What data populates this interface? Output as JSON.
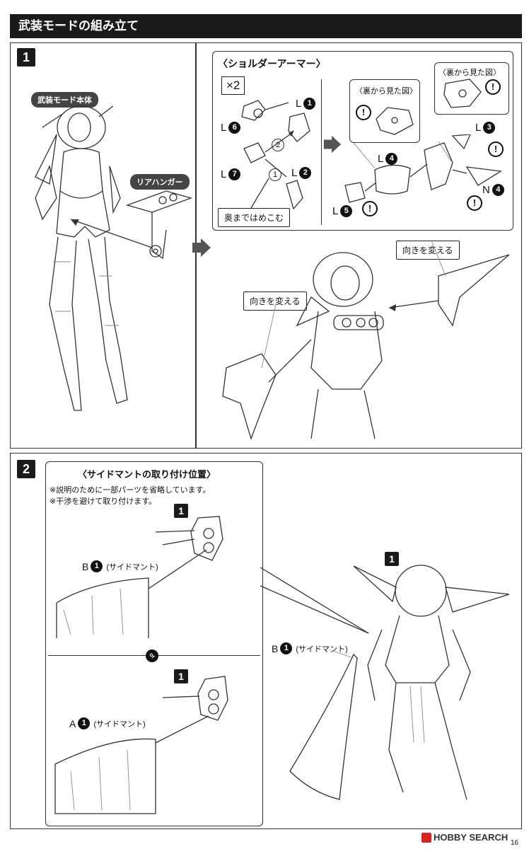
{
  "header": {
    "title": "武装モードの組み立て"
  },
  "step1": {
    "number": "1",
    "main_body_label": "武装モード本体",
    "rear_hanger_label": "リアハンガー",
    "shoulder": {
      "heading": "〈ショルダーアーマー〉",
      "multiplier": "×2",
      "back_view_1": "〈裏から見た図〉",
      "back_view_2": "〈裏から見た図〉",
      "press_label": "奥まではめこむ",
      "order_1": "1",
      "order_2": "2",
      "parts": [
        {
          "letter": "L",
          "num": "1"
        },
        {
          "letter": "L",
          "num": "6"
        },
        {
          "letter": "L",
          "num": "7"
        },
        {
          "letter": "L",
          "num": "2"
        },
        {
          "letter": "L",
          "num": "4"
        },
        {
          "letter": "L",
          "num": "5"
        },
        {
          "letter": "L",
          "num": "3"
        },
        {
          "letter": "N",
          "num": "4"
        }
      ],
      "warn": "!"
    },
    "turn_label_1": "向きを変える",
    "turn_label_2": "向きを変える"
  },
  "step2": {
    "number": "2",
    "heading": "〈サイドマントの取り付け位置〉",
    "note1": "※説明のために一部パーツを省略しています。",
    "note2": "※干渉を避けて取り付けます。",
    "sub_step_a": "1",
    "sub_step_b": "1",
    "sub_step_c": "1",
    "part_b_upper": {
      "letter": "B",
      "num": "1",
      "name": "(サイドマント)"
    },
    "part_a": {
      "letter": "A",
      "num": "1",
      "name": "(サイドマント)"
    },
    "part_b_right": {
      "letter": "B",
      "num": "1",
      "name": "(サイドマント)"
    },
    "or_symbol": "or"
  },
  "footer": {
    "logo_text": "HOBBY SEARCH",
    "page_number": "16"
  }
}
